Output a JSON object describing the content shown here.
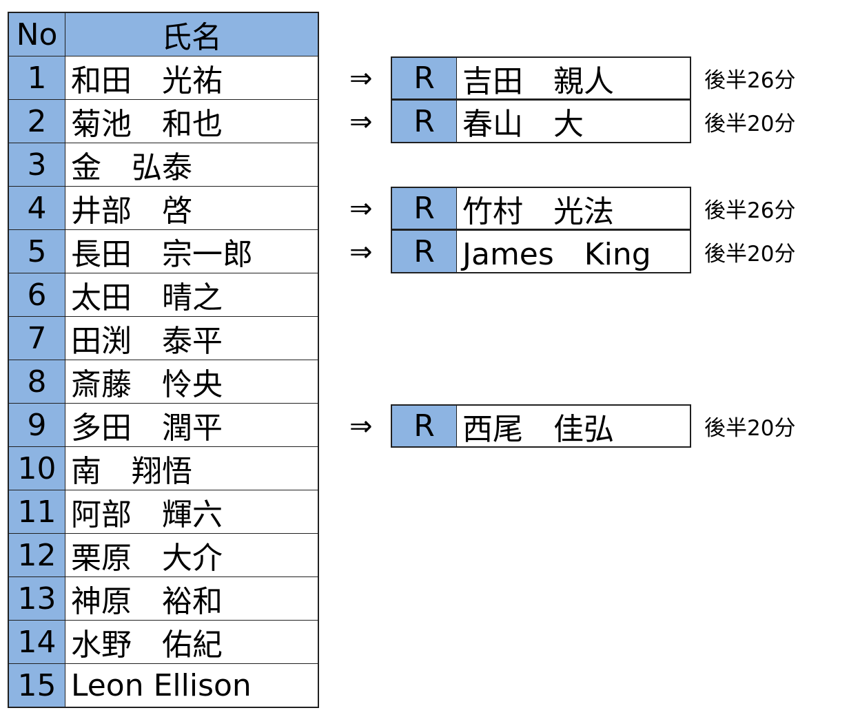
{
  "header": {
    "no": "No",
    "name": "氏名"
  },
  "players": [
    {
      "no": "1",
      "name": "和田　光祐"
    },
    {
      "no": "2",
      "name": "菊池　和也"
    },
    {
      "no": "3",
      "name": "金　弘泰"
    },
    {
      "no": "4",
      "name": "井部　啓"
    },
    {
      "no": "5",
      "name": "長田　宗一郎"
    },
    {
      "no": "6",
      "name": "太田　晴之"
    },
    {
      "no": "7",
      "name": "田渕　泰平"
    },
    {
      "no": "8",
      "name": "斎藤　怜央"
    },
    {
      "no": "9",
      "name": "多田　潤平"
    },
    {
      "no": "10",
      "name": "南　翔悟"
    },
    {
      "no": "11",
      "name": "阿部　輝六"
    },
    {
      "no": "12",
      "name": "栗原　大介"
    },
    {
      "no": "13",
      "name": "神原　裕和"
    },
    {
      "no": "14",
      "name": "水野　佑紀"
    },
    {
      "no": "15",
      "name": "Leon Ellison"
    }
  ],
  "substitutions": [
    {
      "arrow": "⇒",
      "tag": "R",
      "name": "吉田　親人",
      "time": "後半26分"
    },
    {
      "arrow": "⇒",
      "tag": "R",
      "name": "春山　大",
      "time": "後半20分"
    },
    {
      "arrow": "⇒",
      "tag": "R",
      "name": "竹村　光法",
      "time": "後半26分"
    },
    {
      "arrow": "⇒",
      "tag": "R",
      "name": "James　King",
      "time": "後半20分"
    },
    {
      "arrow": "⇒",
      "tag": "R",
      "name": "西尾　佳弘",
      "time": "後半20分"
    }
  ],
  "colors": {
    "header_fill": "#8db4e2",
    "border": "#1f1f1f"
  }
}
